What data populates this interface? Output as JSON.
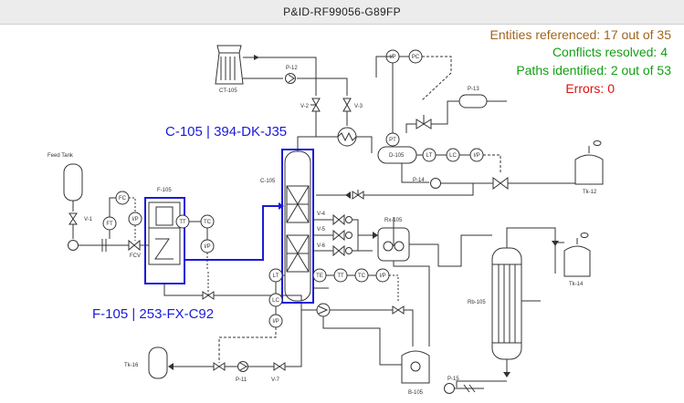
{
  "window": {
    "title": "P&ID-RF99056-G89FP"
  },
  "stats": [
    {
      "text": "Entities referenced: 17 out of 35",
      "color": "#a0651c"
    },
    {
      "text": "Conflicts resolved: 4",
      "color": "#12a012"
    },
    {
      "text": "Paths identified: 2 out of 53",
      "color": "#12a012"
    },
    {
      "text": "Errors: 0",
      "color": "#e01010"
    }
  ],
  "callouts": {
    "column": "C-105 | 394-DK-J35",
    "furnace": "F-105 | 253-FX-C92",
    "color": "#1a1adb"
  },
  "labels": {
    "feed_tank": "Feed Tank",
    "ct105": "CT-105",
    "p12": "P-12",
    "v2": "V-2",
    "v3": "V-3",
    "p13": "P-13",
    "d105": "D-105",
    "p14": "P-14",
    "tk12": "Tk-12",
    "c105": "C-105",
    "f105": "F-105",
    "v1": "V-1",
    "fcv": "FCV",
    "v4": "V-4",
    "v5": "V-5",
    "v6": "V-6",
    "rx105": "Rx-105",
    "tk14": "Tk-14",
    "rb105": "Rb-105",
    "tk16": "Tk-16",
    "p11": "P-11",
    "v7": "V-7",
    "b105": "B-105",
    "p15": "P-15"
  },
  "instruments": {
    "ip_top": "I/P",
    "pc": "PC",
    "pt_d": "PT",
    "lt_d": "LT",
    "lc_d": "LC",
    "ip_d": "I/P",
    "fc": "FC",
    "ft": "FT",
    "ip_f": "I/P",
    "tt_f": "TT",
    "tc_f": "TC",
    "ip_f2": "I/P",
    "lt_c": "LT",
    "lc_c": "LC",
    "ip_c": "I/P",
    "te": "TE",
    "tt_c": "TT",
    "tc_c": "TC",
    "ip_c2": "I/P"
  }
}
